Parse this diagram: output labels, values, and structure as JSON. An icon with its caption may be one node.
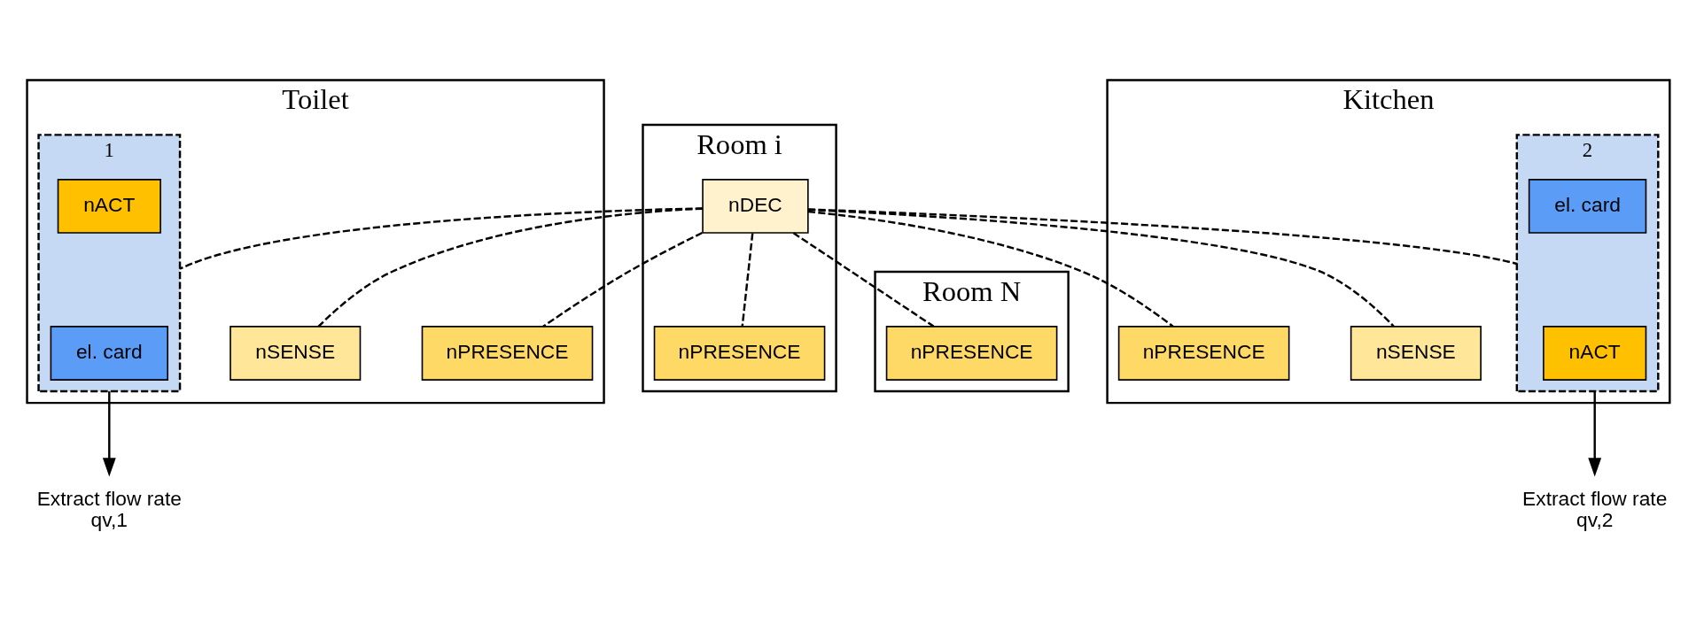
{
  "diagram": {
    "nodes": [
      {
        "text": [
          "Toilet"
        ]
      },
      {
        "text": [
          "1"
        ],
        "in": 0
      },
      {
        "text": [
          "el. card"
        ],
        "in": 1
      },
      {
        "text": [
          "nACT"
        ],
        "in": 1
      },
      {
        "text": [
          "nSENSE"
        ],
        "in": 0
      },
      {
        "text": [
          "nPRESENCE"
        ],
        "in": 0
      },
      {
        "text": [
          "Room i"
        ]
      },
      {
        "text": [
          "nPRESENCE"
        ],
        "in": 6
      },
      {
        "text": [
          "nDEC"
        ],
        "in": 6
      },
      {
        "text": [
          "Room N"
        ]
      },
      {
        "text": [
          "nPRESENCE"
        ],
        "in": 9
      },
      {
        "text": [
          "Kitchen"
        ]
      },
      {
        "text": [
          "2"
        ],
        "in": 11
      },
      {
        "text": [
          "nACT"
        ],
        "in": 12
      },
      {
        "text": [
          "el. card"
        ],
        "in": 12
      },
      {
        "text": [
          "nSENSE"
        ],
        "in": 11
      },
      {
        "text": [
          "nPRESENCE"
        ],
        "in": 11
      },
      {
        "text": [
          "Extract flow rate",
          "qv,1"
        ]
      },
      {
        "text": [
          "Extract flow rate",
          "qv,2"
        ]
      }
    ],
    "edges": [
      {
        "from": 1,
        "to": 17,
        "arrow": "to"
      },
      {
        "from": 12,
        "to": 18,
        "arrow": "to"
      },
      {
        "from": 8,
        "to": 1,
        "arrow": "none",
        "style": "dashed"
      },
      {
        "from": 8,
        "to": 4,
        "arrow": "none",
        "style": "dashed"
      },
      {
        "from": 8,
        "to": 5,
        "arrow": "none",
        "style": "dashed"
      },
      {
        "from": 8,
        "to": 7,
        "arrow": "none",
        "style": "dashed"
      },
      {
        "from": 8,
        "to": 10,
        "arrow": "none",
        "style": "dashed"
      },
      {
        "from": 8,
        "to": 12,
        "arrow": "none",
        "style": "dashed"
      },
      {
        "from": 8,
        "to": 15,
        "arrow": "none",
        "style": "dashed"
      },
      {
        "from": 8,
        "to": 16,
        "arrow": "none",
        "style": "dashed"
      }
    ]
  }
}
